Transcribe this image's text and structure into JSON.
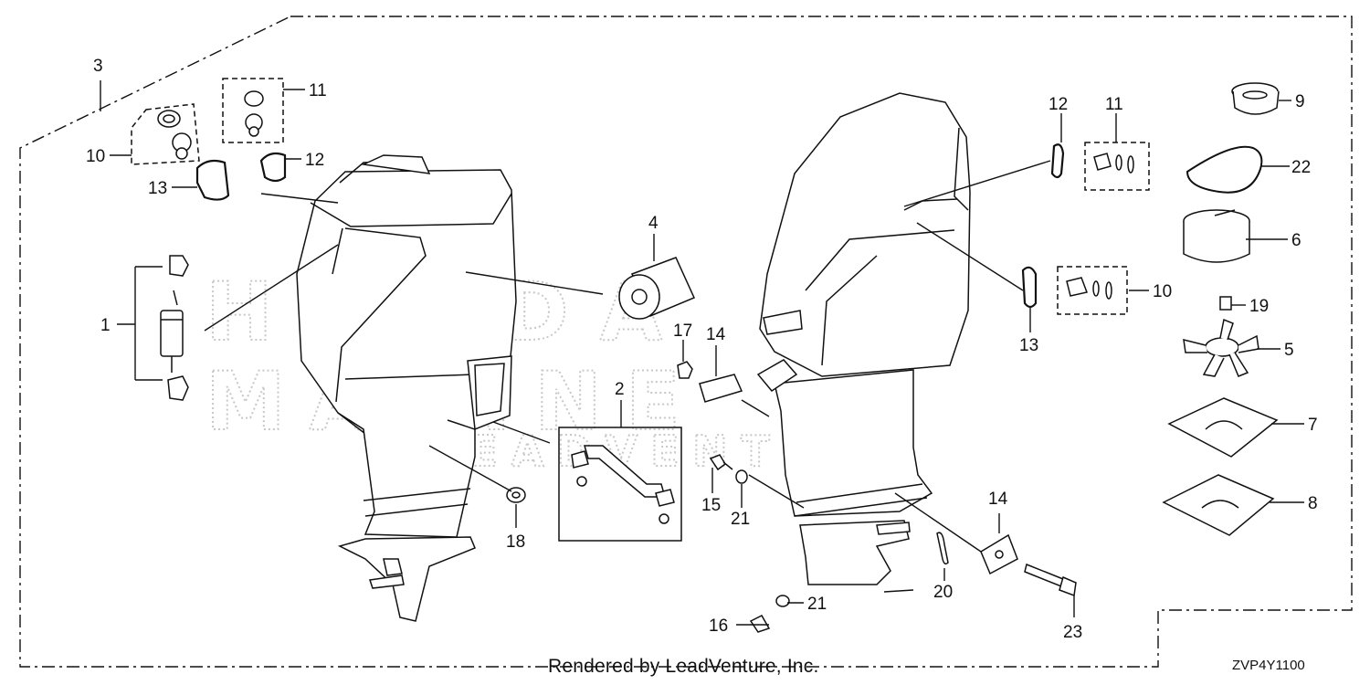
{
  "callouts": {
    "c1": "1",
    "c2": "2",
    "c3": "3",
    "c4": "4",
    "c5": "5",
    "c6": "6",
    "c7": "7",
    "c8": "8",
    "c9": "9",
    "c10a": "10",
    "c10b": "10",
    "c11a": "11",
    "c11b": "11",
    "c12a": "12",
    "c12b": "12",
    "c13a": "13",
    "c13b": "13",
    "c14a": "14",
    "c14b": "14",
    "c15": "15",
    "c16": "16",
    "c17": "17",
    "c18": "18",
    "c19": "19",
    "c20": "20",
    "c21a": "21",
    "c21b": "21",
    "c22": "22",
    "c23": "23"
  },
  "watermark": {
    "line1": "HONDA",
    "line2": "MARINE",
    "line3": "LEADVENTURE"
  },
  "footer": {
    "rendered_by": "Rendered by LeadVenture, Inc.",
    "diagram_code": "ZVP4Y1100"
  },
  "colors": {
    "line": "#111111",
    "fill": "#ffffff",
    "watermark": "#c8c8c8"
  }
}
